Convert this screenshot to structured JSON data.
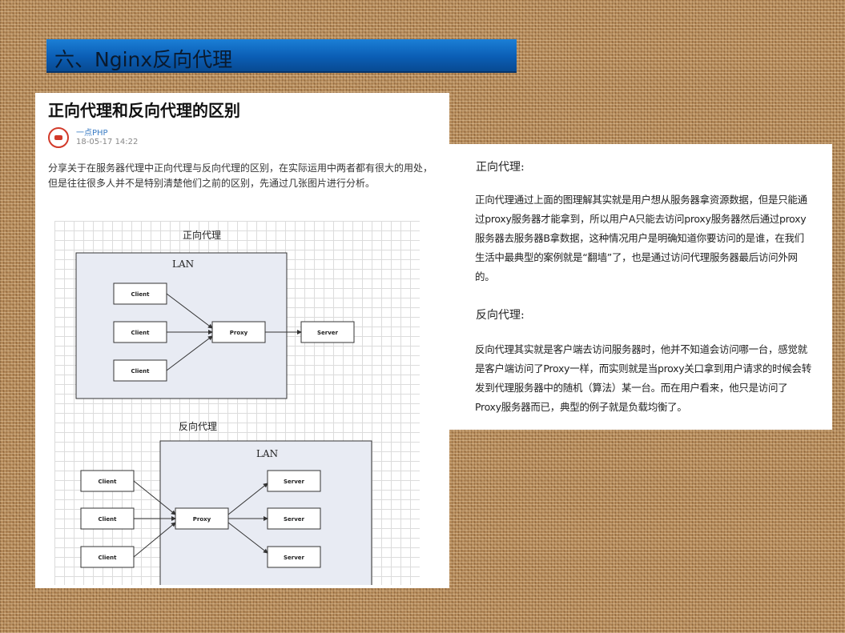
{
  "slide": {
    "title": "六、Nginx反向代理"
  },
  "article": {
    "title": "正向代理和反向代理的区别",
    "author": "一点PHP",
    "date": "18-05-17   14:22",
    "intro": "分享关于在服务器代理中正向代理与反向代理的区别，在实际运用中两者都有很大的用处，但是往往很多人并不是特别清楚他们之前的区别，先通过几张图片进行分析。"
  },
  "diagram": {
    "forward": {
      "title": "正向代理",
      "lan": "LAN",
      "clients": [
        "Client",
        "Client",
        "Client"
      ],
      "proxy": "Proxy",
      "server": "Server"
    },
    "reverse": {
      "title": "反向代理",
      "lan": "LAN",
      "clients": [
        "Client",
        "Client",
        "Client"
      ],
      "proxy": "Proxy",
      "servers": [
        "Server",
        "Server",
        "Server"
      ]
    }
  },
  "explanation": {
    "forward_heading": "正向代理:",
    "forward_text": "正向代理通过上面的图理解其实就是用户想从服务器拿资源数据，但是只能通过proxy服务器才能拿到，所以用户A只能去访问proxy服务器然后通过proxy服务器去服务器B拿数据，这种情况用户是明确知道你要访问的是谁，在我们生活中最典型的案例就是“翻墙”了，也是通过访问代理服务器最后访问外网的。",
    "reverse_heading": "反向代理:",
    "reverse_text": "反向代理其实就是客户端去访问服务器时，他并不知道会访问哪一台，感觉就是客户端访问了Proxy一样，而实则就是当proxy关口拿到用户请求的时候会转发到代理服务器中的随机（算法）某一台。而在用户看来，他只是访问了Proxy服务器而已，典型的例子就是负载均衡了。"
  }
}
